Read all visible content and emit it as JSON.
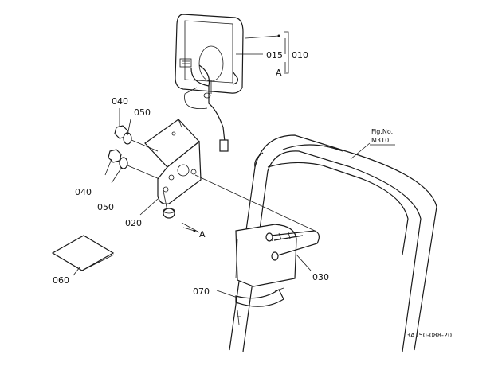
{
  "labels": {
    "p015": "015",
    "p010": "010",
    "pA_top": "A",
    "p040_a": "040",
    "p050_a": "050",
    "p040_b": "040",
    "p050_b": "050",
    "p020": "020",
    "pA_mid": "A",
    "p060": "060",
    "p070": "070",
    "p030": "030"
  },
  "figure": {
    "fig_no_label": "Fig.No.",
    "fig_no_value": "M310"
  },
  "drawing_code": "3A150-088-20"
}
